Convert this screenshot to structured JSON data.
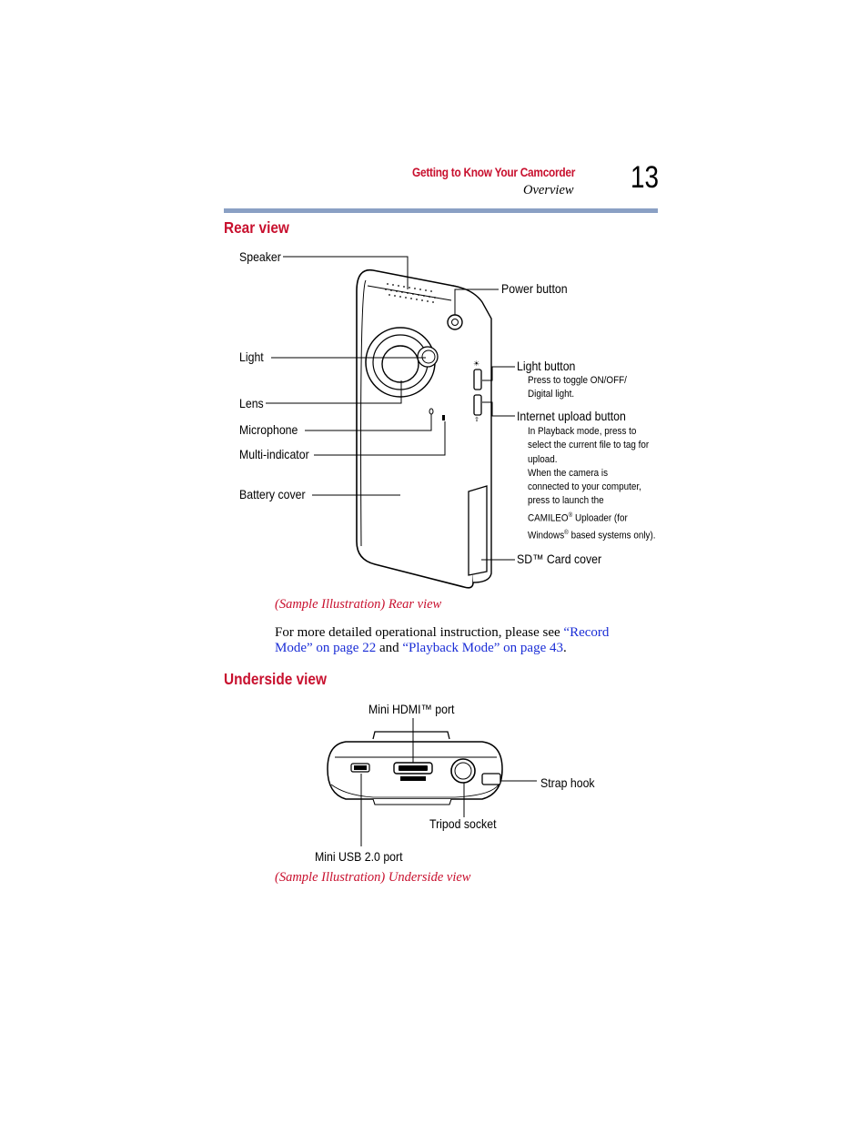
{
  "header": {
    "chapter": "Getting to Know Your Camcorder",
    "section": "Overview",
    "page_number": "13"
  },
  "rear_view": {
    "heading": "Rear view",
    "labels": {
      "speaker": "Speaker",
      "power_button": "Power button",
      "light": "Light",
      "light_button": "Light button",
      "light_button_desc_1": "Press to toggle ON/OFF/",
      "light_button_desc_2": "Digital light.",
      "lens": "Lens",
      "internet_upload_button": "Internet upload button",
      "microphone": "Microphone",
      "multi_indicator": "Multi-indicator",
      "battery_cover": "Battery cover",
      "sd_card_cover": "SD™ Card cover"
    },
    "upload_desc": [
      "In Playback mode, press to",
      "select the current file to tag for",
      "upload.",
      "When the camera is",
      "connected to your computer,",
      "press to launch the"
    ],
    "upload_desc_camileo": "CAMILEO",
    "upload_desc_camileo_rest": " Uploader (for",
    "upload_desc_windows": "Windows",
    "upload_desc_windows_rest": " based systems only).",
    "registered_mark": "®",
    "caption": "(Sample Illustration) Rear view"
  },
  "instruction": {
    "prefix": "For more detailed operational instruction, please see ",
    "link1": "“Record Mode” on page 22",
    "middle": " and ",
    "link2": "“Playback Mode” on page 43",
    "suffix": "."
  },
  "underside_view": {
    "heading": "Underside view",
    "labels": {
      "mini_hdmi_port": "Mini HDMI™ port",
      "strap_hook": "Strap hook",
      "tripod_socket": "Tripod socket",
      "mini_usb_port": "Mini USB 2.0 port"
    },
    "caption": "(Sample Illustration) Underside view"
  }
}
